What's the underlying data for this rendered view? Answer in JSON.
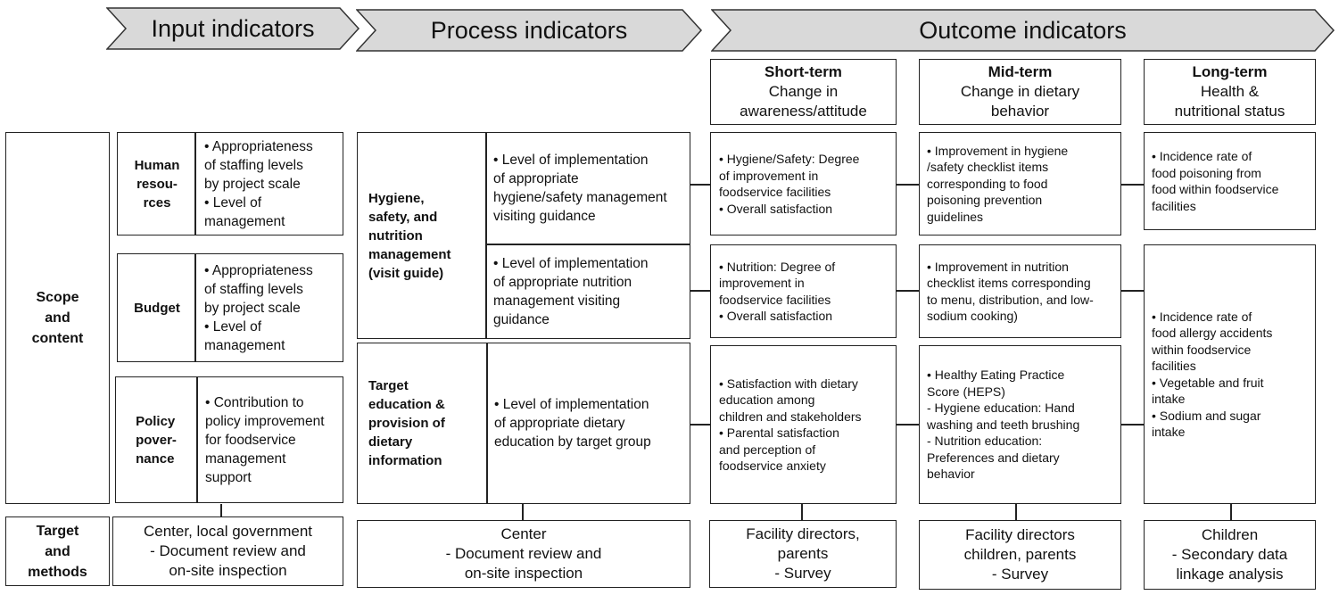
{
  "header": {
    "input_label": "Input indicators",
    "process_label": "Process indicators",
    "outcome_label": "Outcome indicators"
  },
  "terms": {
    "short": {
      "title": "Short-term",
      "desc": "Change in\nawareness/attitude"
    },
    "mid": {
      "title": "Mid-term",
      "desc": "Change in dietary\nbehavior"
    },
    "long": {
      "title": "Long-term",
      "desc": "Health &\nnutritional status"
    }
  },
  "rows": {
    "scope": "Scope\nand\ncontent",
    "target": "Target\nand\nmethods"
  },
  "input": {
    "human": {
      "label": "Human\nresou-\nrces",
      "text": "• Appropriateness\nof staffing levels\nby project scale\n•  Level of\nmanagement"
    },
    "budget": {
      "label": "Budget",
      "text": "• Appropriateness\nof staffing levels\nby project scale\n•  Level of\nmanagement"
    },
    "policy": {
      "label": "Policy\npover-\nnance",
      "text": "• Contribution to\npolicy improvement\nfor foodservice\nmanagement\nsupport"
    }
  },
  "process": {
    "hygiene_label": "Hygiene,\nsafety, and\nnutrition\nmanagement\n(visit guide)",
    "hygiene_text": "• Level of implementation\nof appropriate\nhygiene/safety management\nvisiting guidance",
    "nutrition_text": "• Level of implementation\nof appropriate nutrition\nmanagement visiting\nguidance",
    "education_label": "Target\neducation &\nprovision of\ndietary\ninformation",
    "education_text": "• Level of implementation\nof appropriate dietary\neducation by target group"
  },
  "short_term": {
    "hygiene": "• Hygiene/Safety: Degree\nof improvement in\nfoodservice facilities\n• Overall satisfaction",
    "nutrition": "• Nutrition: Degree of\nimprovement in\nfoodservice facilities\n• Overall satisfaction",
    "education": "• Satisfaction with dietary\neducation among\nchildren and stakeholders\n• Parental satisfaction\nand perception of\nfoodservice anxiety"
  },
  "mid_term": {
    "hygiene": "• Improvement in hygiene\n/safety checklist items\ncorresponding to food\npoisoning prevention\nguidelines",
    "nutrition": "• Improvement in nutrition\nchecklist items corresponding\nto menu, distribution, and low-\nsodium cooking)",
    "education": "• Healthy Eating Practice\nScore (HEPS)\n- Hygiene education: Hand\nwashing and teeth brushing\n - Nutrition education:\nPreferences and dietary\nbehavior"
  },
  "long_term": {
    "hygiene": "• Incidence rate of\nfood poisoning from\nfood within foodservice\nfacilities",
    "rest": "• Incidence rate of\nfood allergy accidents\nwithin foodservice\nfacilities\n• Vegetable and fruit\nintake\n• Sodium and sugar\nintake"
  },
  "methods": {
    "input": "Center, local government\n- Document review and\non-site inspection",
    "process": "Center\n-  Document review and\non-site inspection",
    "short": "Facility directors,\nparents\n- Survey",
    "mid": "Facility directors\nchildren, parents\n- Survey",
    "long": "Children\n- Secondary data\nlinkage analysis"
  }
}
